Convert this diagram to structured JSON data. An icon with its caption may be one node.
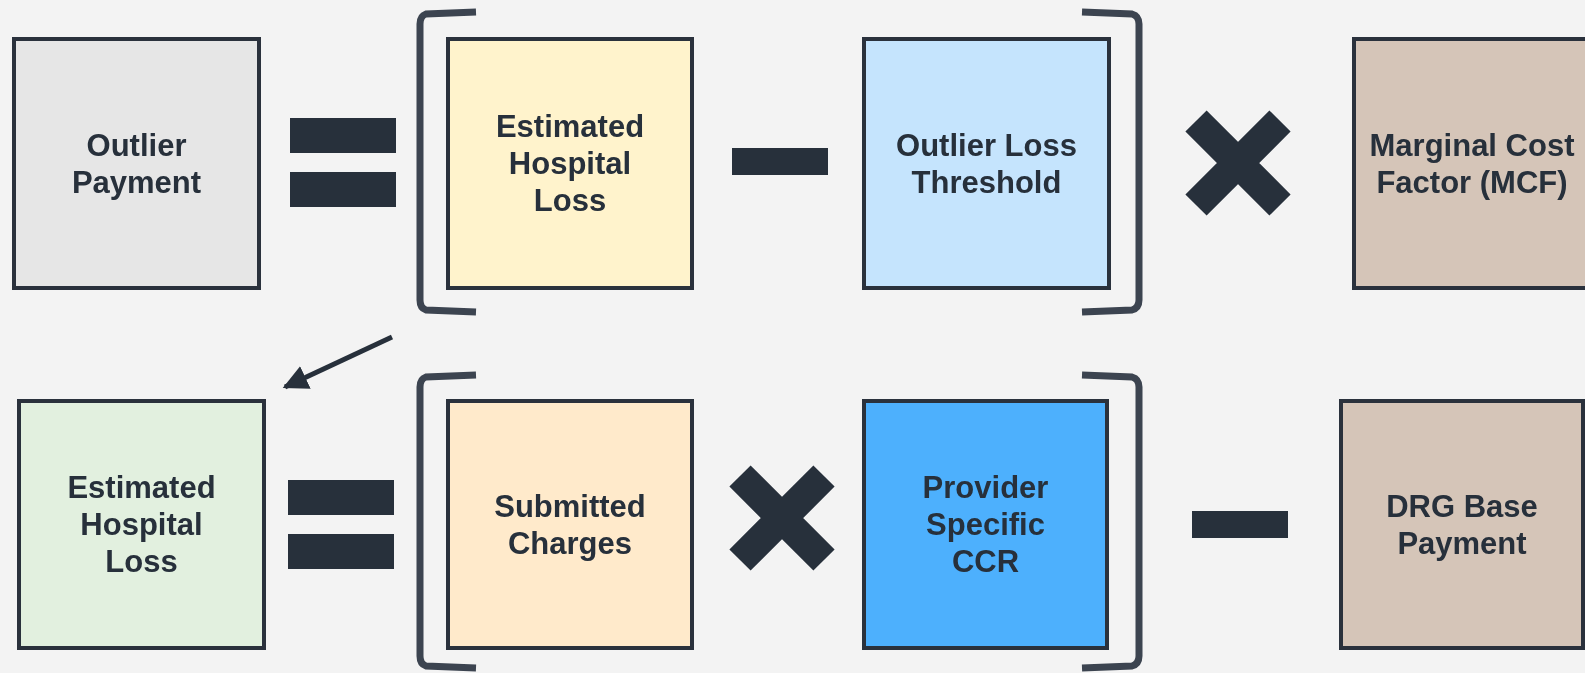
{
  "diagram": {
    "nodes": [
      {
        "text": [
          "Outlier Payment"
        ]
      },
      {
        "text": [
          "Estimated Hospital Loss"
        ]
      },
      {
        "text": [
          "Outlier Loss Threshold"
        ]
      },
      {
        "text": [
          "Marginal Cost Factor (MCF)"
        ]
      },
      {
        "text": [
          "Estimated Hospital Loss"
        ]
      },
      {
        "text": [
          "Submitted Charges"
        ]
      },
      {
        "text": [
          "Provider Specific CCR"
        ]
      },
      {
        "text": [
          "DRG Base Payment"
        ]
      }
    ],
    "edges": [
      {
        "from": null,
        "to": 4,
        "arrow": "to"
      }
    ]
  }
}
